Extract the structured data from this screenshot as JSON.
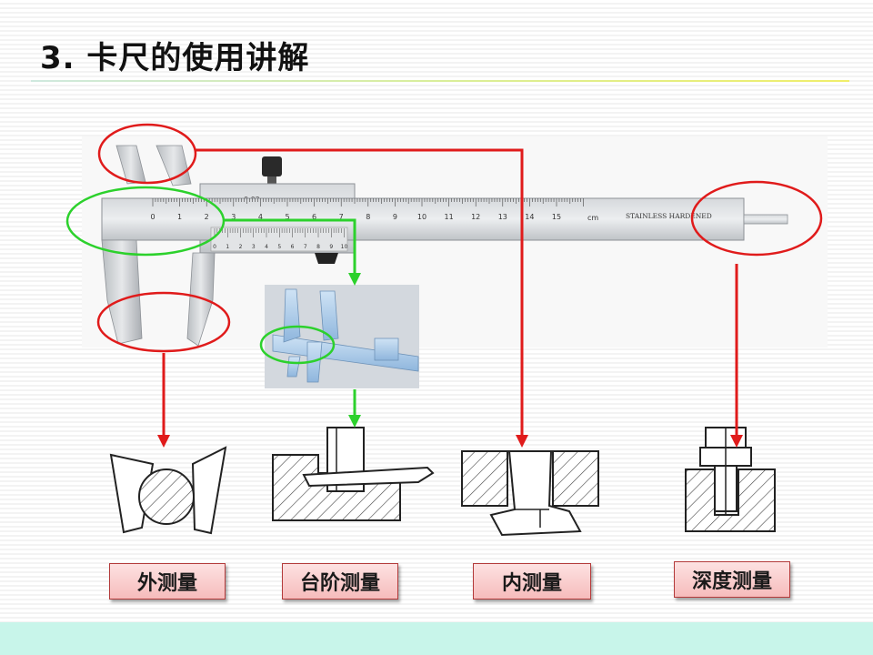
{
  "title": "3. 卡尺的使用讲解",
  "caliper": {
    "vernier_label": "0.02mm",
    "main_scale_numbers": [
      "0",
      "1",
      "2",
      "3",
      "4",
      "5",
      "6",
      "7",
      "8",
      "9",
      "10",
      "11",
      "12",
      "13",
      "14",
      "15"
    ],
    "unit": "cm",
    "brand_text": "STAINLESS  HARDENED",
    "vernier_numbers": [
      "0",
      "1",
      "2",
      "3",
      "4",
      "5",
      "6",
      "7",
      "8",
      "9",
      "10"
    ]
  },
  "labels": {
    "outer": "外测量",
    "step": "台阶测量",
    "inner": "内测量",
    "depth": "深度测量"
  },
  "colors": {
    "red": "#e01b1b",
    "green": "#2cd12c",
    "label_bg": "#f6c4c4",
    "footer": "#c8f5ea"
  }
}
